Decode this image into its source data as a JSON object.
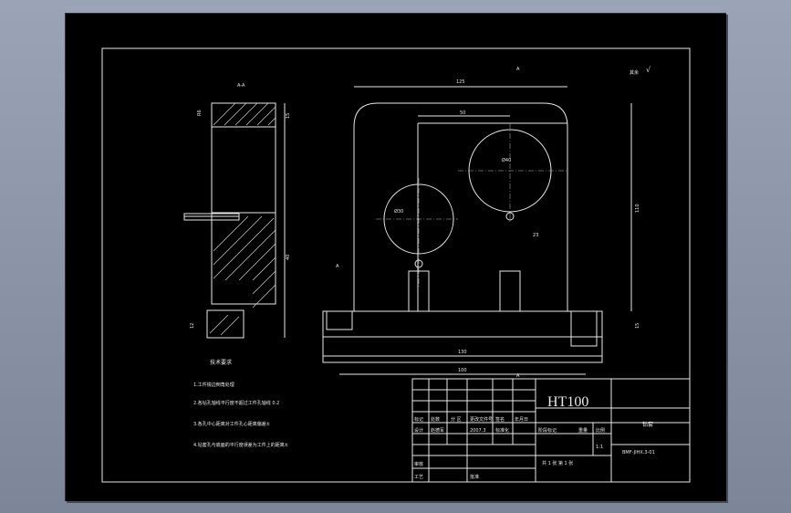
{
  "drawing": {
    "material": "HT100",
    "part_name": "钻套",
    "drawing_no": "BMF-JIHX.3-01",
    "scale": "1:1",
    "sheet_info": "共 1 张  第 1 张",
    "roughness_note": "其余",
    "section_label": "A-A",
    "section_marker": "A",
    "tech_title": "技术要求",
    "tech_notes": [
      "1.工件锐边倒角处理",
      "2.各钻孔轴线平行度不超过工件孔轴线 0.2",
      "3.各孔中心距离对工件孔心距离偏差±",
      "4.钻套孔与底面的平行度误差为工件上的距离±"
    ],
    "dims": {
      "overall_width": "125",
      "height": "110",
      "left_inner": "50",
      "hole_spacing_x": "23",
      "bottom_span": "130",
      "bottom_inner": "100",
      "base_thickness": "15",
      "top_thickness": "15",
      "left_side_1": "R6",
      "dia_large": "Ø40",
      "dia_small": "Ø30",
      "left_label_a": "40",
      "left_label_b": "12"
    },
    "title_block": {
      "row_mark": "标记",
      "row_count": "处数",
      "row_zone": "分 区",
      "row_docno": "更改文件号",
      "row_sign": "签名",
      "row_date": "年月日",
      "designer": "设计",
      "designer_name": "赵德军",
      "date": "2007.3",
      "standardize": "标准化",
      "stage": "阶段标记",
      "weight": "重量",
      "ratio": "比例",
      "check": "审核",
      "process": "工艺",
      "approve": "批准"
    }
  }
}
